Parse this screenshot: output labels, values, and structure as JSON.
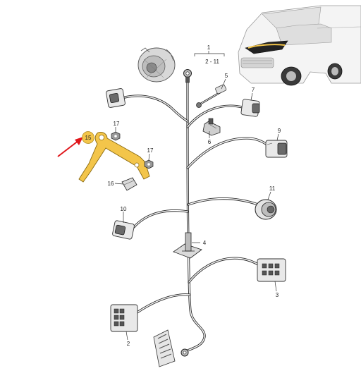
{
  "callouts": {
    "c1": "1",
    "c1_range": "2 - 11",
    "c2": "2",
    "c3": "3",
    "c4": "4",
    "c5": "5",
    "c6": "6",
    "c7": "7",
    "c9": "9",
    "c10": "10",
    "c11": "11",
    "c15": "15",
    "c16": "16",
    "c17a": "17",
    "c17b": "17"
  },
  "colors": {
    "highlight": "#f3c54a",
    "arrow": "#e0161b",
    "wire": "#2a2a2a"
  }
}
